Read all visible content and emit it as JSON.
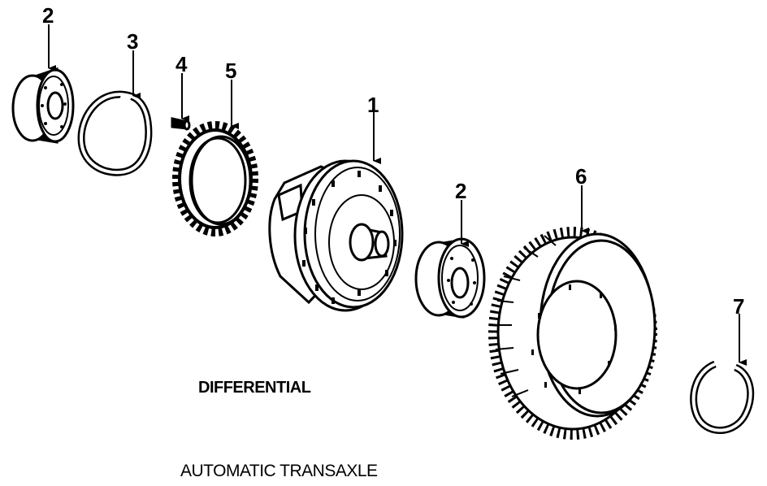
{
  "callouts": [
    "2",
    "3",
    "4",
    "5",
    "1",
    "2",
    "6",
    "7"
  ],
  "captions": {
    "section": "DIFFERENTIAL",
    "assembly": "AUTOMATIC TRANSAXLE"
  },
  "colors": {
    "ink": "#000000",
    "paper": "#ffffff"
  },
  "parts": [
    {
      "callout": "2",
      "part": "bearing"
    },
    {
      "callout": "3",
      "part": "snap ring"
    },
    {
      "callout": "4",
      "part": "pin"
    },
    {
      "callout": "5",
      "part": "speedometer drive gear"
    },
    {
      "callout": "1",
      "part": "differential case"
    },
    {
      "callout": "2",
      "part": "bearing"
    },
    {
      "callout": "6",
      "part": "ring gear"
    },
    {
      "callout": "7",
      "part": "snap ring"
    }
  ]
}
